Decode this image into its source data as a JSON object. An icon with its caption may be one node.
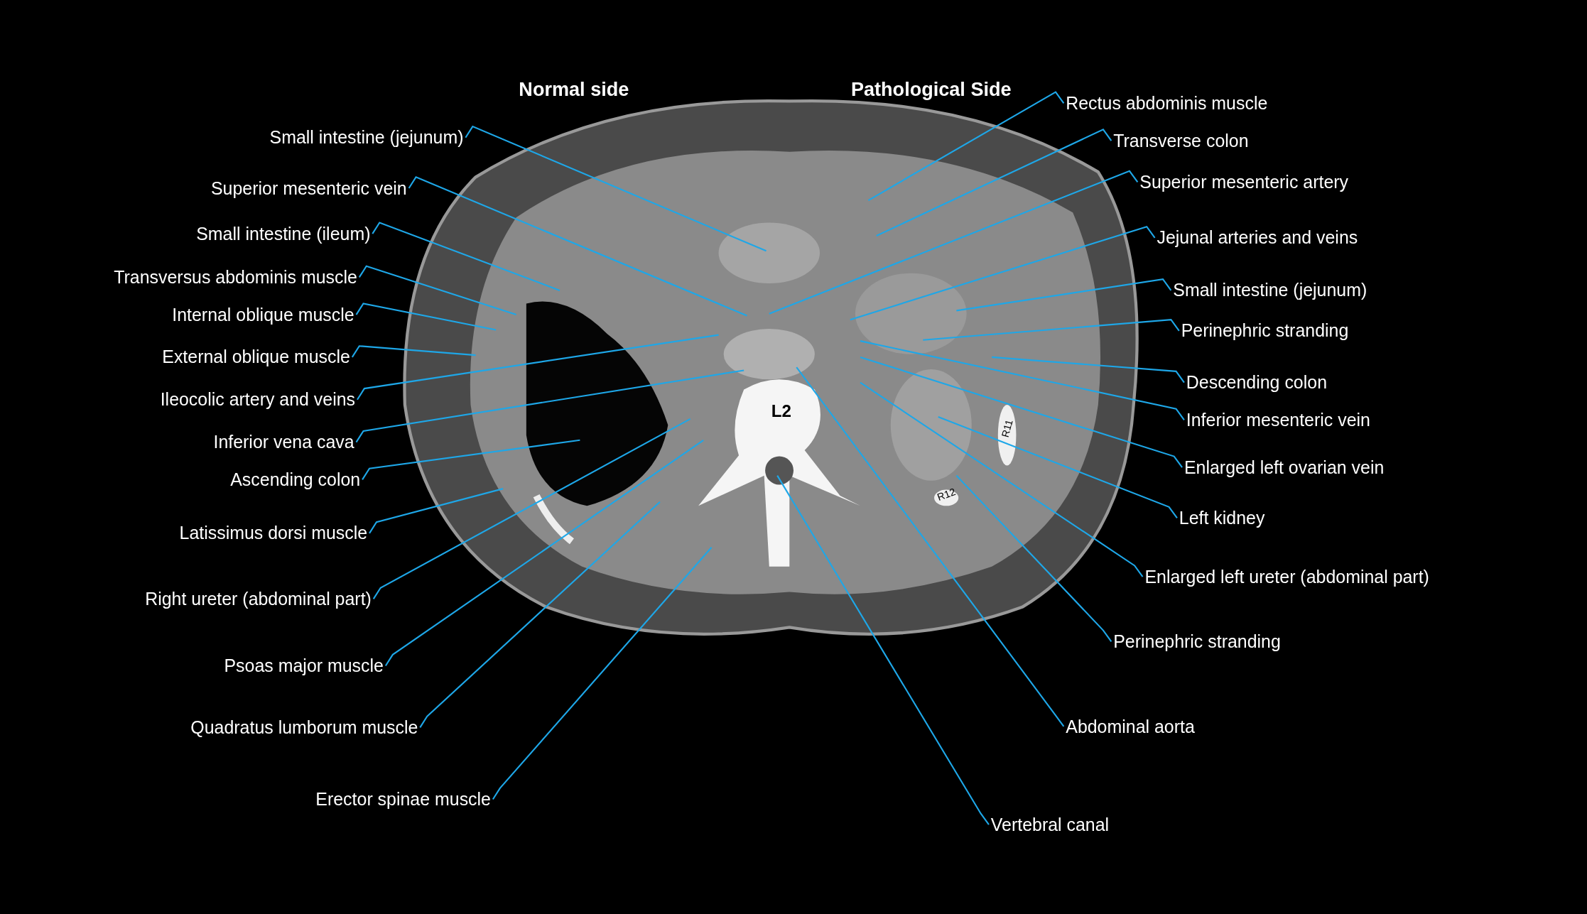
{
  "diagram": {
    "nodes": [
      {
        "text": [
          "Small intestine (jejunum)"
        ]
      },
      {
        "text": [
          "Superior mesenteric vein"
        ]
      },
      {
        "text": [
          "Small intestine (ileum)"
        ]
      },
      {
        "text": [
          "Transversus abdominis muscle"
        ]
      },
      {
        "text": [
          "Internal oblique muscle"
        ]
      },
      {
        "text": [
          "External oblique muscle"
        ]
      },
      {
        "text": [
          "Ileocolic artery and veins"
        ]
      },
      {
        "text": [
          "Inferior vena cava"
        ]
      },
      {
        "text": [
          "Ascending colon"
        ]
      },
      {
        "text": [
          "Latissimus dorsi muscle"
        ]
      },
      {
        "text": [
          "Right ureter (abdominal part)"
        ]
      },
      {
        "text": [
          "Psoas major muscle"
        ]
      },
      {
        "text": [
          "Quadratus lumborum muscle"
        ]
      },
      {
        "text": [
          "Erector spinae muscle"
        ]
      },
      {
        "text": [
          "Rectus abdominis muscle"
        ]
      },
      {
        "text": [
          "Transverse colon"
        ]
      },
      {
        "text": [
          "Superior mesenteric artery"
        ]
      },
      {
        "text": [
          "Jejunal arteries and veins"
        ]
      },
      {
        "text": [
          "Small intestine (jejunum)"
        ]
      },
      {
        "text": [
          "Perinephric stranding"
        ]
      },
      {
        "text": [
          "Descending colon"
        ]
      },
      {
        "text": [
          "Inferior mesenteric vein"
        ]
      },
      {
        "text": [
          "Enlarged left ovarian vein"
        ]
      },
      {
        "text": [
          "Left kidney"
        ]
      },
      {
        "text": [
          "Enlarged left ureter (abdominal part)"
        ]
      },
      {
        "text": [
          "Perinephric stranding"
        ]
      },
      {
        "text": [
          "Abdominal aorta"
        ]
      },
      {
        "text": [
          "Vertebral canal"
        ]
      }
    ],
    "edges": [
      {
        "from": 0,
        "to": null,
        "arrow": "none"
      },
      {
        "from": 1,
        "to": null,
        "arrow": "none"
      },
      {
        "from": 2,
        "to": null,
        "arrow": "none"
      },
      {
        "from": 3,
        "to": null,
        "arrow": "none"
      },
      {
        "from": 4,
        "to": null,
        "arrow": "none"
      },
      {
        "from": 5,
        "to": null,
        "arrow": "none"
      },
      {
        "from": 6,
        "to": null,
        "arrow": "none"
      },
      {
        "from": 7,
        "to": null,
        "arrow": "none"
      },
      {
        "from": 8,
        "to": null,
        "arrow": "none"
      },
      {
        "from": 9,
        "to": null,
        "arrow": "none"
      },
      {
        "from": 10,
        "to": null,
        "arrow": "none"
      },
      {
        "from": 11,
        "to": null,
        "arrow": "none"
      },
      {
        "from": 12,
        "to": null,
        "arrow": "none"
      },
      {
        "from": 13,
        "to": null,
        "arrow": "none"
      },
      {
        "from": 14,
        "to": null,
        "arrow": "none"
      },
      {
        "from": 15,
        "to": null,
        "arrow": "none"
      },
      {
        "from": 16,
        "to": null,
        "arrow": "none"
      },
      {
        "from": 17,
        "to": null,
        "arrow": "none"
      },
      {
        "from": 18,
        "to": null,
        "arrow": "none"
      },
      {
        "from": 19,
        "to": null,
        "arrow": "none"
      },
      {
        "from": 20,
        "to": null,
        "arrow": "none"
      },
      {
        "from": 21,
        "to": null,
        "arrow": "none"
      },
      {
        "from": 22,
        "to": null,
        "arrow": "none"
      },
      {
        "from": 23,
        "to": null,
        "arrow": "none"
      },
      {
        "from": 24,
        "to": null,
        "arrow": "none"
      },
      {
        "from": 25,
        "to": null,
        "arrow": "none"
      },
      {
        "from": 26,
        "to": null,
        "arrow": "none"
      },
      {
        "from": 27,
        "to": null,
        "arrow": "none"
      }
    ],
    "labels": [
      "Normal side",
      "Pathological Side",
      "L2",
      "R11",
      "R12"
    ]
  }
}
